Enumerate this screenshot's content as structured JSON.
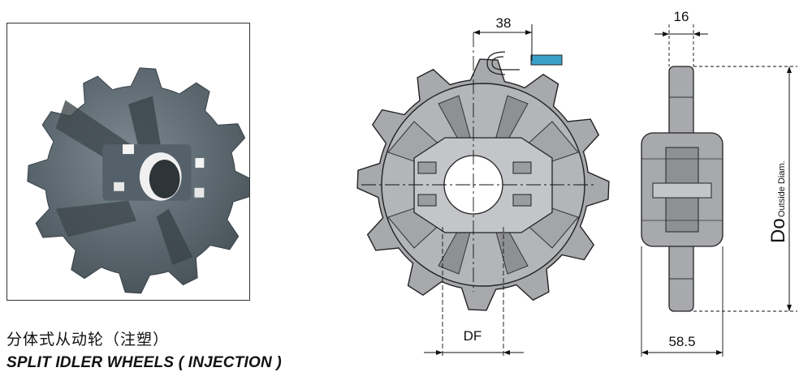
{
  "caption": {
    "chinese": "分体式从动轮（注塑）",
    "english": "SPLIT IDLER WHEELS ( INJECTION )"
  },
  "dimensions": {
    "pitch": "38",
    "bore": "DF",
    "width": "16",
    "hub_width": "58.5",
    "outside_diameter_symbol": "Do",
    "outside_diameter_note": "Outside Diam."
  },
  "colors": {
    "wheel_fill": "#a7a9ac",
    "wheel_dark": "#77797c",
    "photo_body": "#5e6a72",
    "chain_accent": "#3aa0c8"
  }
}
